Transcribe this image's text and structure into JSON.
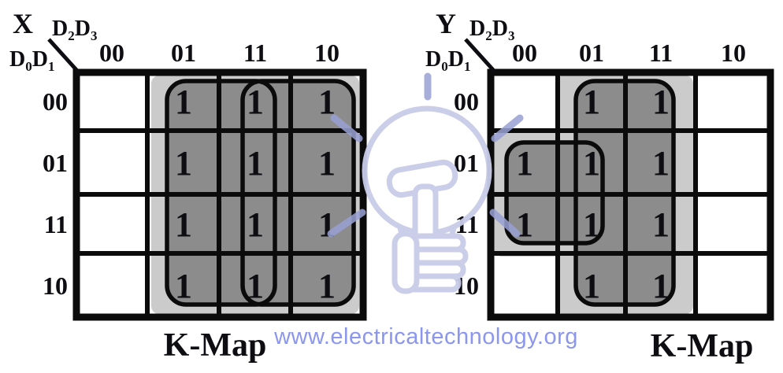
{
  "watermark": {
    "text": "www.electricaltechnology.org"
  },
  "colors": {
    "group_dark": "#8c8c8c",
    "group_light": "#cbcbcb",
    "grid_black": "#0b0b0b",
    "watermark_blue": "#8b96ee",
    "bulb_outline": "#c9cce8",
    "bulb_rays": "#9aa1d4"
  },
  "kmaps": [
    {
      "output_label": "X",
      "caption": "K-Map",
      "col_var": {
        "l1": "D",
        "s1": "2",
        "l2": "D",
        "s2": "3"
      },
      "row_var": {
        "l1": "D",
        "s1": "0",
        "l2": "D",
        "s2": "1"
      },
      "col_headers": [
        "00",
        "01",
        "11",
        "10"
      ],
      "row_headers": [
        "00",
        "01",
        "11",
        "10"
      ],
      "cells": [
        [
          "",
          "1",
          "1",
          "1"
        ],
        [
          "",
          "1",
          "1",
          "1"
        ],
        [
          "",
          "1",
          "1",
          "1"
        ],
        [
          "",
          "1",
          "1",
          "1"
        ]
      ],
      "groups": [
        {
          "col_span": [
            "01",
            "11"
          ],
          "row_span": [
            "00",
            "01",
            "11",
            "10"
          ]
        },
        {
          "col_span": [
            "11",
            "10"
          ],
          "row_span": [
            "00",
            "01",
            "11",
            "10"
          ]
        }
      ]
    },
    {
      "output_label": "Y",
      "caption": "K-Map",
      "col_var": {
        "l1": "D",
        "s1": "2",
        "l2": "D",
        "s2": "3"
      },
      "row_var": {
        "l1": "D",
        "s1": "0",
        "l2": "D",
        "s2": "1"
      },
      "col_headers": [
        "00",
        "01",
        "11",
        "10"
      ],
      "row_headers": [
        "00",
        "01",
        "11",
        "10"
      ],
      "cells": [
        [
          "",
          "1",
          "1",
          ""
        ],
        [
          "1",
          "1",
          "1",
          ""
        ],
        [
          "1",
          "1",
          "1",
          ""
        ],
        [
          "",
          "1",
          "1",
          ""
        ]
      ],
      "groups": [
        {
          "col_span": [
            "01",
            "11"
          ],
          "row_span": [
            "00",
            "01",
            "11",
            "10"
          ]
        },
        {
          "col_span": [
            "00",
            "01"
          ],
          "row_span": [
            "01",
            "11"
          ]
        }
      ]
    }
  ]
}
